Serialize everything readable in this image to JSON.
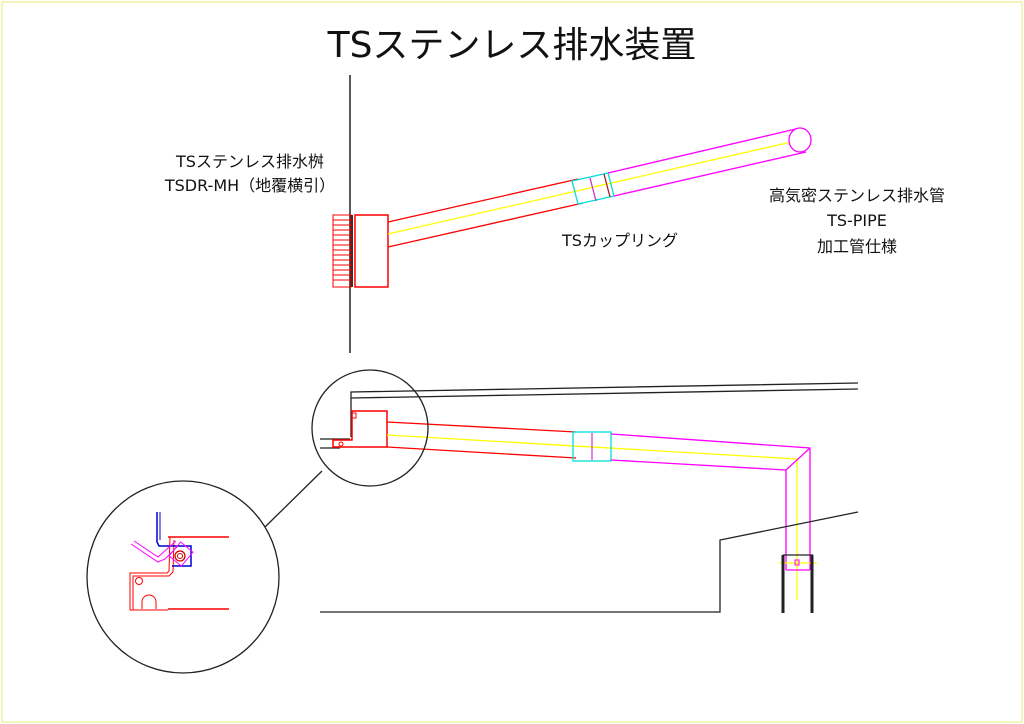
{
  "title": "TSステンレス排水装置",
  "labels": {
    "catch_basin_line1": "TSステンレス排水桝",
    "catch_basin_line2": "TSDR-MH（地覆横引）",
    "coupling": "TSカップリング",
    "pipe_line1": "高気密ステンレス排水管",
    "pipe_line2": "TS-PIPE",
    "pipe_line3": "加工管仕様"
  },
  "colors": {
    "frame": "#f2f2a0",
    "basin": "#ff0000",
    "pipe": "#ff00ff",
    "centerline": "#ffff00",
    "coupling": "#00e0e0",
    "structure": "#222222",
    "bracket": "#0000cc"
  }
}
